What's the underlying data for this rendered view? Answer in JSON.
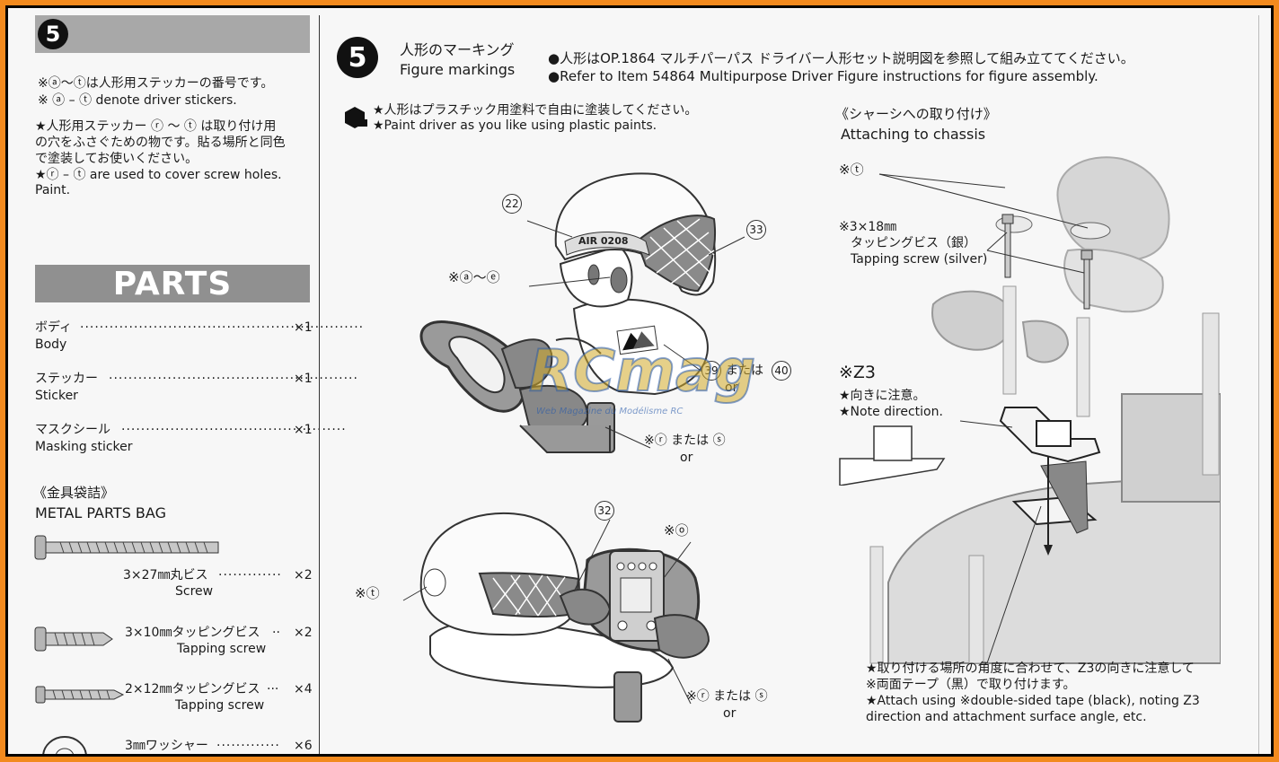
{
  "left": {
    "step_number": "5",
    "note_jp1": "※ⓐ〜ⓣは人形用ステッカーの番号です。",
    "note_en1": "※ ⓐ – ⓣ denote driver stickers.",
    "note_jp2a": "★人形用ステッカー ⓡ 〜 ⓣ は取り付け用",
    "note_jp2b": "の穴をふさぐための物です。貼る場所と同色",
    "note_jp2c": "で塗装してお使いください。",
    "note_en2a": "★ⓡ – ⓣ  are used to cover screw holes.",
    "note_en2b": "Paint.",
    "parts_title": "PARTS",
    "parts": [
      {
        "jp": "ボディ",
        "en": "Body",
        "qty": "×1"
      },
      {
        "jp": "ステッカー",
        "en": "Sticker",
        "qty": "×1"
      },
      {
        "jp": "マスクシール",
        "en": "Masking sticker",
        "qty": "×1"
      }
    ],
    "bag_jp": "《金具袋詰》",
    "bag_en": "METAL PARTS BAG",
    "hardware": [
      {
        "jp": "3×27㎜丸ビス",
        "en": "Screw",
        "qty": "×2"
      },
      {
        "jp": "3×10㎜タッピングビス",
        "en": "Tapping screw",
        "qty": "×2"
      },
      {
        "jp": "2×12㎜タッピングビス",
        "en": "Tapping screw",
        "qty": "×4"
      },
      {
        "jp": "3㎜ワッシャー",
        "en": "",
        "qty": "×6"
      }
    ]
  },
  "main": {
    "step_number": "5",
    "title_jp": "人形のマーキング",
    "title_en": "Figure markings",
    "ref_jp": "●人形はOP.1864 マルチパーパス ドライバー人形セット説明図を参照して組み立ててください。",
    "ref_en": "●Refer to Item 54864 Multipurpose Driver Figure instructions for figure assembly.",
    "paint_jp": "★人形はプラスチック用塗料で自由に塗装してください。",
    "paint_en": "★Paint driver as you like using plastic paints.",
    "callouts": {
      "c22": "22",
      "c33": "33",
      "ae": "※ⓐ〜ⓔ",
      "c39": "39",
      "or_word": "または",
      "c40": "40",
      "or_en": "or",
      "rs1": "※ⓡ または ⓢ",
      "or_en2": "or",
      "c32": "32",
      "o": "※ⓞ",
      "t": "※ⓣ",
      "rs2": "※ⓡ または ⓢ",
      "or_en3": "or"
    },
    "helmet_text": "AIR 0208"
  },
  "chassis": {
    "title_jp": "《シャーシへの取り付け》",
    "title_en": "Attaching to chassis",
    "t_label": "※ⓣ",
    "screw_jp1": "※3×18㎜",
    "screw_jp2": "タッピングビス（銀）",
    "screw_en": "Tapping screw (silver)",
    "z3": "※Z3",
    "dir_jp": "★向きに注意。",
    "dir_en": "★Note direction.",
    "attach_jp1": "★取り付ける場所の角度に合わせて、Z3の向きに注意して",
    "attach_jp2": "※両面テープ（黒）で取り付けます。",
    "attach_en1": "★Attach using ※double-sided tape (black), noting Z3",
    "attach_en2": "direction and attachment surface angle, etc."
  },
  "watermark": {
    "text": "RCmag",
    "sub": "Web Magazine du Modélisme RC"
  }
}
